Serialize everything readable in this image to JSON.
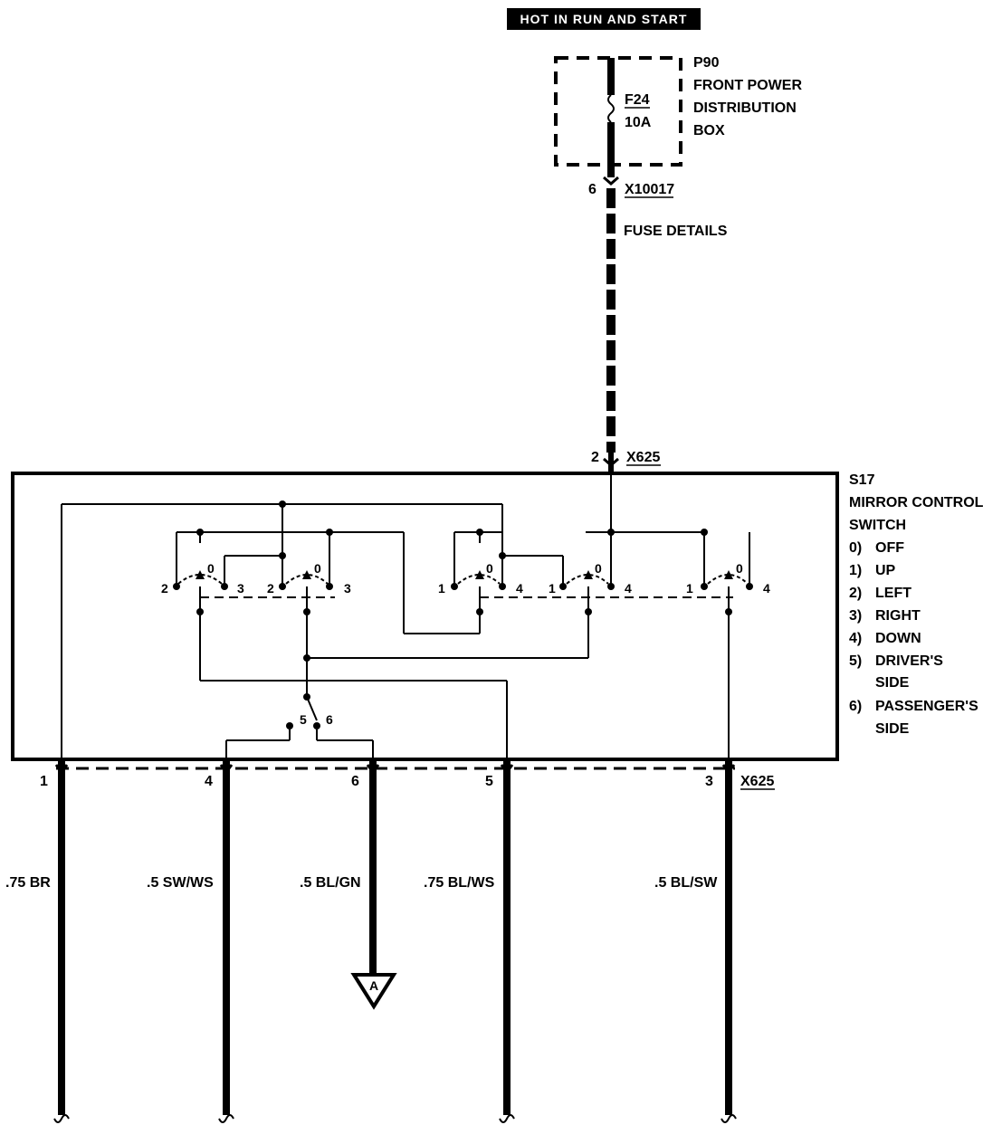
{
  "banner": "HOT IN RUN AND START",
  "power_box": {
    "id": "P90",
    "name_lines": [
      "FRONT POWER",
      "DISTRIBUTION",
      "BOX"
    ]
  },
  "fuse": {
    "id": "F24",
    "rating": "10A"
  },
  "top_connector": {
    "pin": "6",
    "id": "X10017"
  },
  "fuse_details": "FUSE DETAILS",
  "switch_input": {
    "pin": "2",
    "connector": "X625"
  },
  "switch": {
    "id": "S17",
    "name_lines": [
      "MIRROR CONTROL",
      "SWITCH"
    ],
    "legend": [
      {
        "num": "0)",
        "text": "OFF"
      },
      {
        "num": "1)",
        "text": "UP"
      },
      {
        "num": "2)",
        "text": "LEFT"
      },
      {
        "num": "3)",
        "text": "RIGHT"
      },
      {
        "num": "4)",
        "text": "DOWN"
      },
      {
        "num": "5)",
        "text": "DRIVER'S",
        "cont": "SIDE"
      },
      {
        "num": "6)",
        "text": "PASSENGER'S",
        "cont": "SIDE"
      }
    ],
    "contact_labels": {
      "lr1": [
        "2",
        "0",
        "3"
      ],
      "lr2": [
        "2",
        "0",
        "3"
      ],
      "ud1": [
        "1",
        "0",
        "4"
      ],
      "ud2": [
        "1",
        "0",
        "4"
      ],
      "ud3": [
        "1",
        "0",
        "4"
      ],
      "selector": [
        "5",
        "6"
      ]
    }
  },
  "bottom_connector": "X625",
  "output_pins": [
    {
      "pin": "1",
      "wire": ".75 BR"
    },
    {
      "pin": "4",
      "wire": ".5 SW/WS"
    },
    {
      "pin": "6",
      "wire": ".5 BL/GN"
    },
    {
      "pin": "5",
      "wire": ".75 BL/WS"
    },
    {
      "pin": "3",
      "wire": ".5 BL/SW"
    }
  ],
  "offpage_ref": "A"
}
